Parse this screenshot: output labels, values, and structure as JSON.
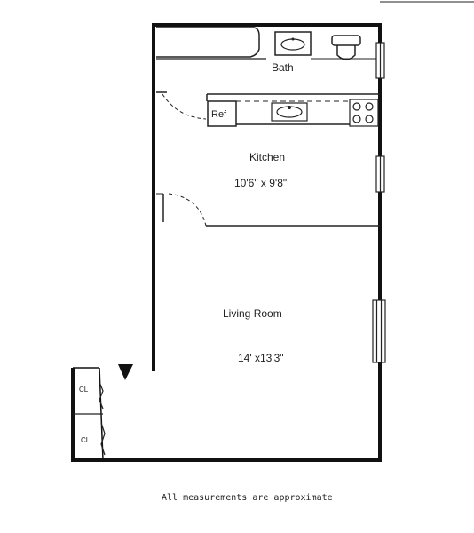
{
  "rooms": {
    "bath": {
      "name": "Bath"
    },
    "kitchen": {
      "name": "Kitchen",
      "dimensions": "10'6\" x 9'8\""
    },
    "living": {
      "name": "Living Room",
      "dimensions": "14' x13'3\""
    },
    "closet_upper": {
      "name": "CL"
    },
    "closet_lower": {
      "name": "CL"
    }
  },
  "fixtures": {
    "refrigerator": "Ref"
  },
  "footer": {
    "note": "All measurements are approximate"
  }
}
